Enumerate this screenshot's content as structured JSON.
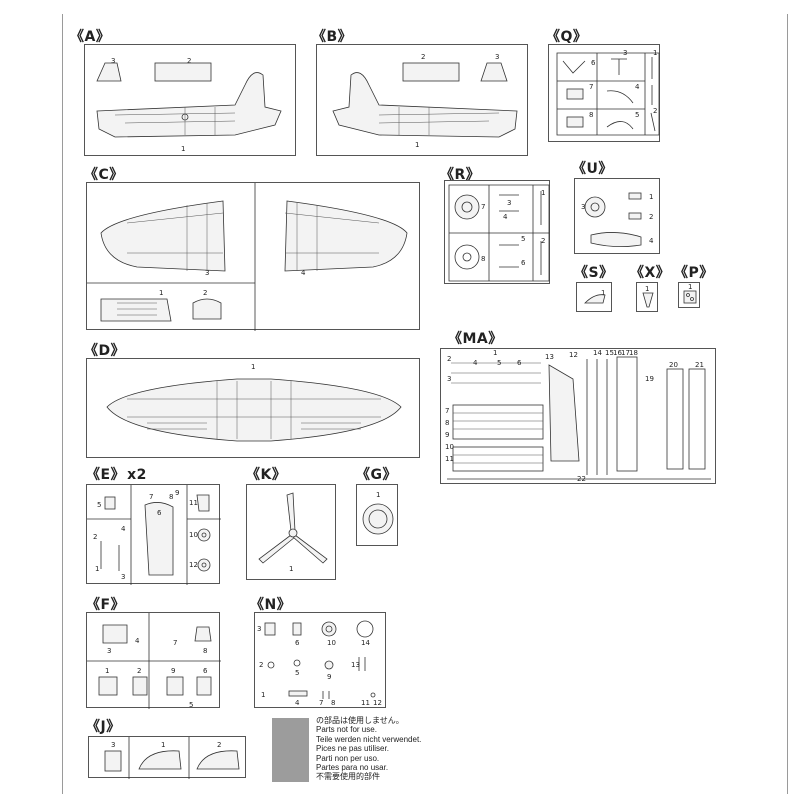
{
  "sections": {
    "A": {
      "label": "《A》",
      "parts": [
        "1",
        "2",
        "3"
      ]
    },
    "B": {
      "label": "《B》",
      "parts": [
        "1",
        "2",
        "3"
      ]
    },
    "Q": {
      "label": "《Q》",
      "parts": [
        "1",
        "2",
        "3",
        "4",
        "5",
        "6",
        "7",
        "8"
      ]
    },
    "C": {
      "label": "《C》",
      "parts": [
        "1",
        "2",
        "3",
        "4"
      ]
    },
    "R": {
      "label": "《R》",
      "parts": [
        "1",
        "2",
        "3",
        "4",
        "5",
        "6",
        "7",
        "8"
      ]
    },
    "U": {
      "label": "《U》",
      "parts": [
        "1",
        "2",
        "3",
        "4"
      ]
    },
    "S": {
      "label": "《S》",
      "parts": [
        "1"
      ]
    },
    "X": {
      "label": "《X》",
      "parts": [
        "1"
      ]
    },
    "P": {
      "label": "《P》",
      "parts": [
        "1"
      ]
    },
    "D": {
      "label": "《D》",
      "parts": [
        "1"
      ]
    },
    "MA": {
      "label": "《MA》",
      "parts": [
        "1",
        "2",
        "3",
        "4",
        "5",
        "6",
        "7",
        "8",
        "9",
        "10",
        "11",
        "12",
        "13",
        "14",
        "15",
        "16",
        "17",
        "18",
        "19",
        "20",
        "21",
        "22"
      ]
    },
    "E": {
      "label": "《E》",
      "multiplier": "x2",
      "parts": [
        "1",
        "2",
        "3",
        "4",
        "5",
        "6",
        "7",
        "8",
        "9",
        "10",
        "11",
        "12"
      ]
    },
    "K": {
      "label": "《K》",
      "parts": [
        "1"
      ]
    },
    "G": {
      "label": "《G》",
      "parts": [
        "1"
      ]
    },
    "F": {
      "label": "《F》",
      "parts": [
        "1",
        "2",
        "3",
        "4",
        "5",
        "6",
        "7",
        "8",
        "9"
      ]
    },
    "N": {
      "label": "《N》",
      "parts": [
        "1",
        "2",
        "3",
        "4",
        "5",
        "6",
        "7",
        "8",
        "9",
        "10",
        "11",
        "12",
        "13",
        "14"
      ]
    },
    "J": {
      "label": "《J》",
      "parts": [
        "1",
        "2",
        "3"
      ]
    }
  },
  "legend": {
    "lines": [
      "の部品は使用しません。",
      "Parts not for use.",
      "Teile werden nicht verwendet.",
      "Pices  ne pas utiliser.",
      "Parti non per uso.",
      "Partes para no usar.",
      "不需要使用的部件"
    ],
    "swatch_color": "#9c9c9c"
  }
}
